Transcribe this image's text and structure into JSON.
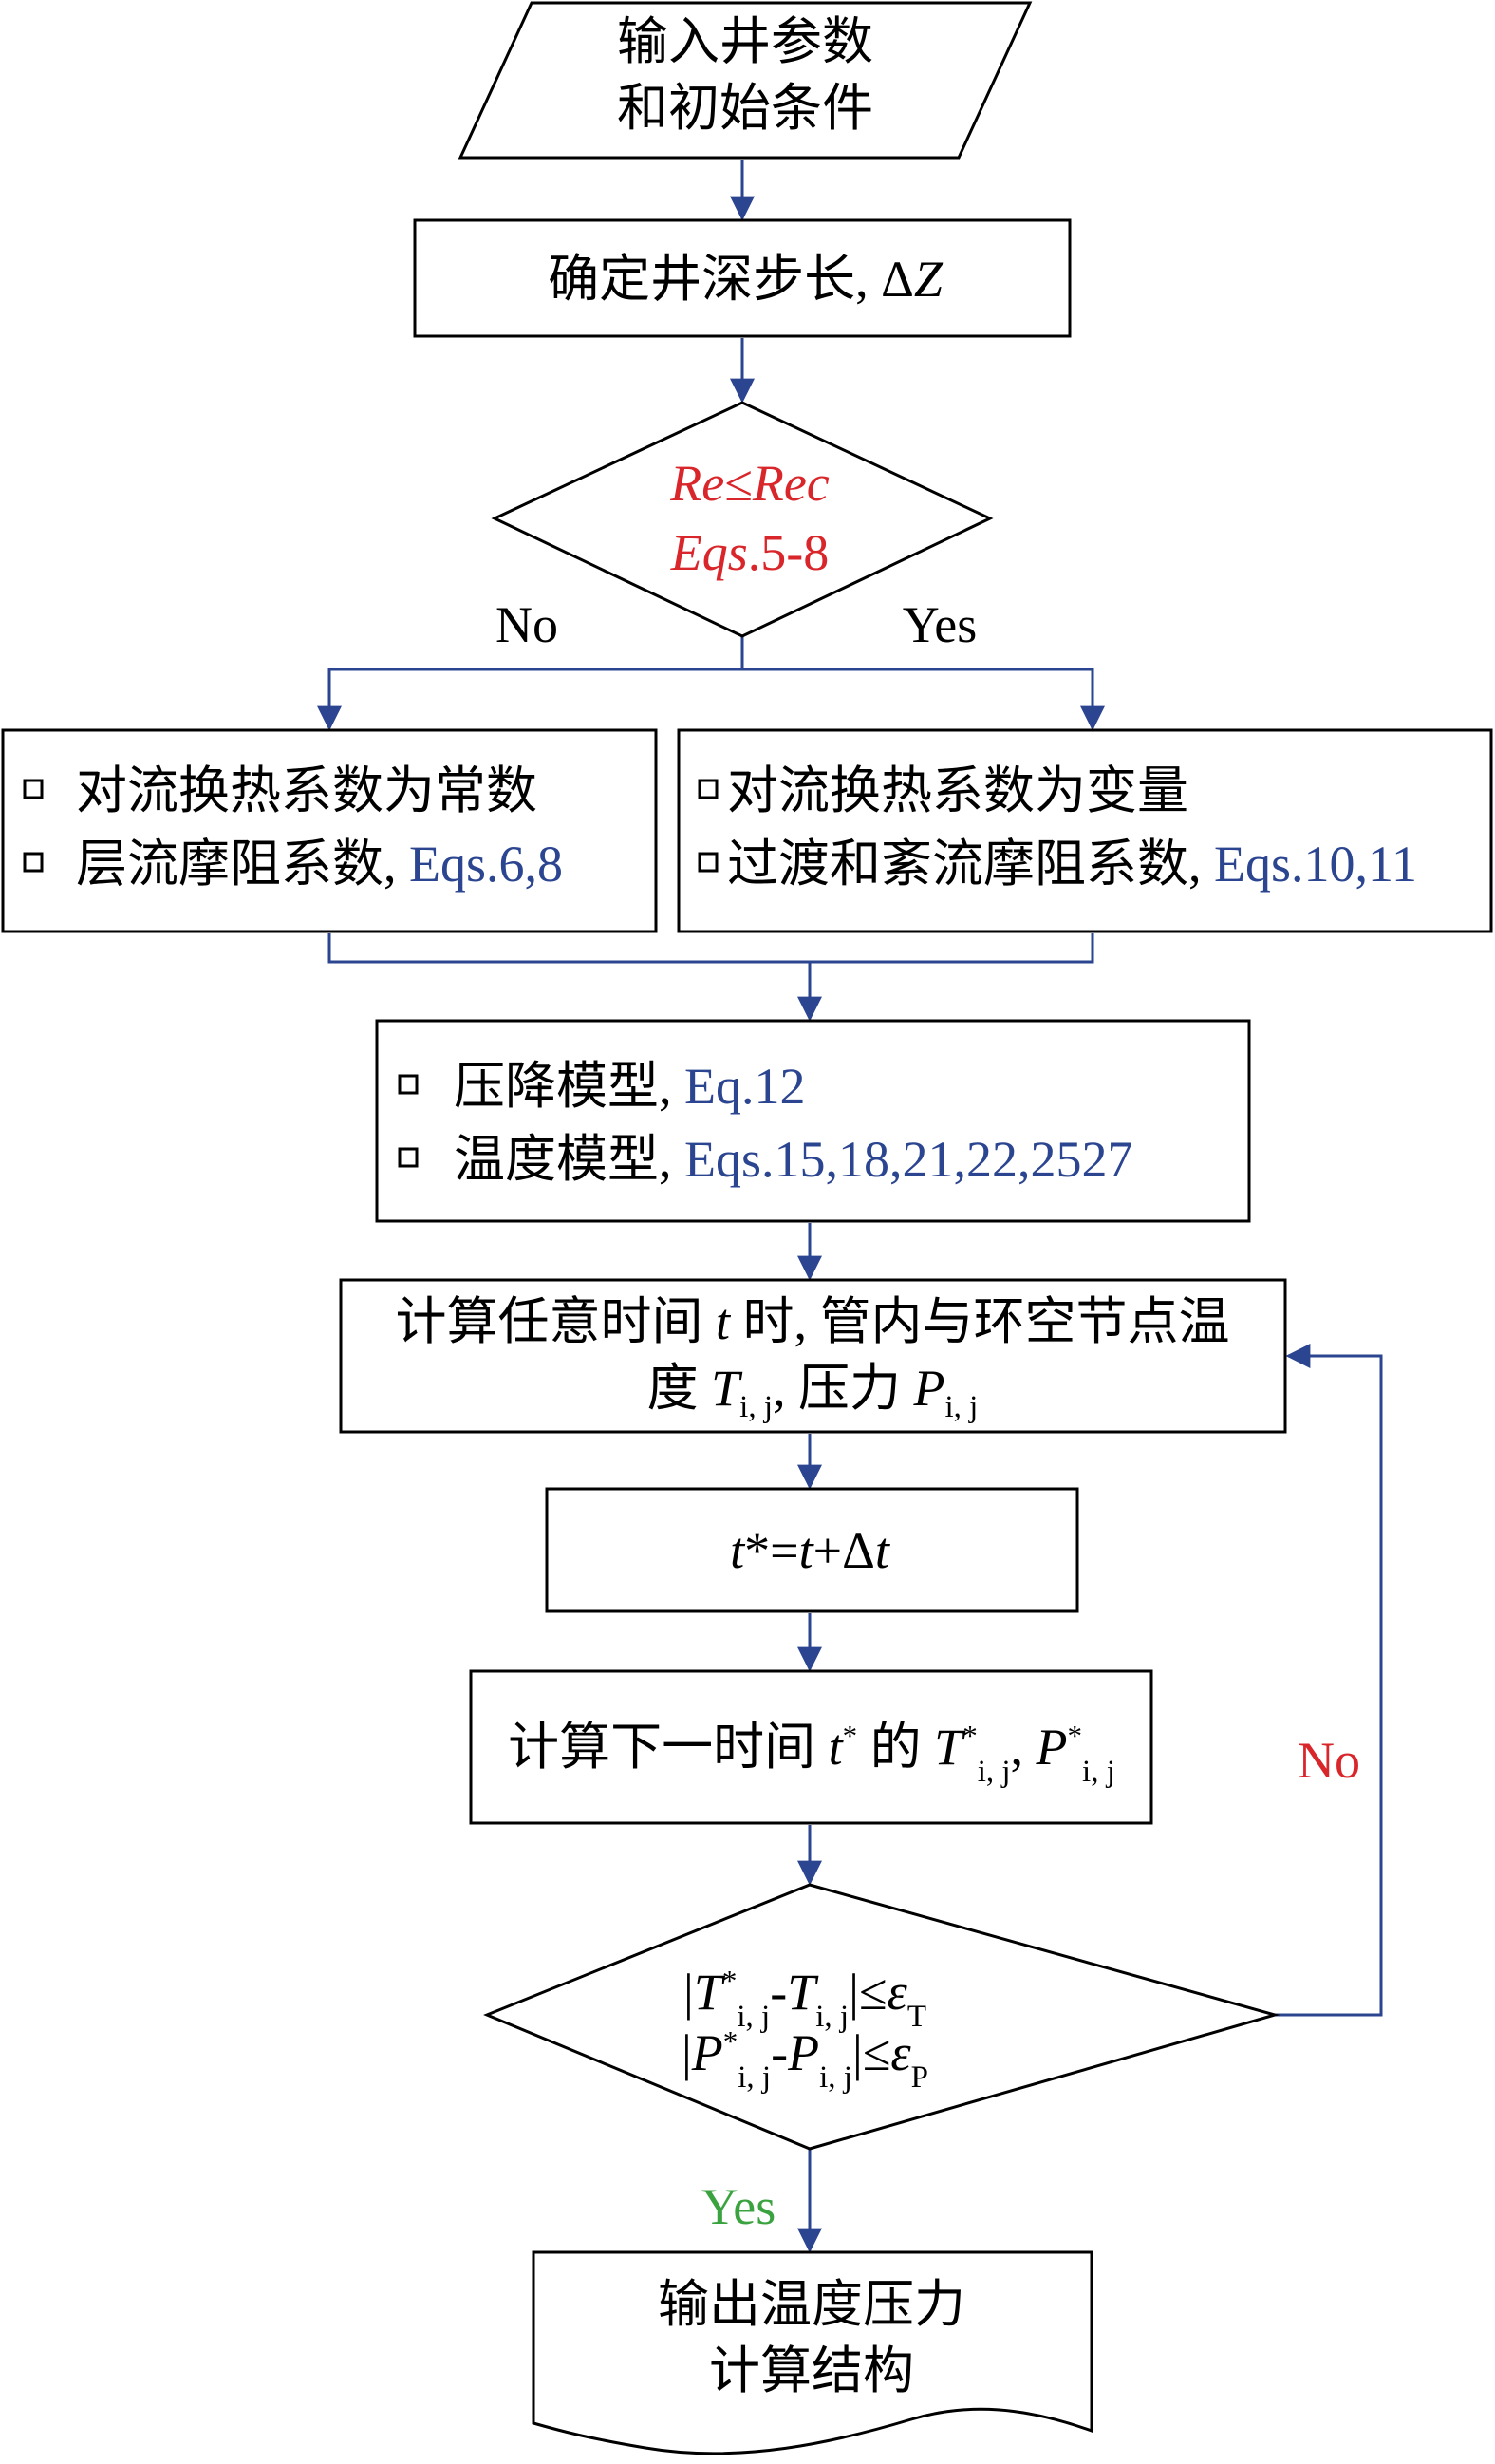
{
  "nodes": {
    "input": {
      "line1": "输入井参数",
      "line2": "和初始条件"
    },
    "step": {
      "text": "确定井深步长, ",
      "var_delta": "Δ",
      "var_z": "Z"
    },
    "decision1": {
      "line1_a": "Re",
      "line1_op": "≤",
      "line1_b": "Rec",
      "line2_a": "Eqs",
      "line2_b": ".5-8"
    },
    "laminar": {
      "line1": "对流换热系数为常数",
      "line2_text": "层流摩阻系数, ",
      "line2_ref": "Eqs.6,8"
    },
    "turbulent": {
      "line1": "对流换热系数为变量",
      "line2_text": "过渡和紊流摩阻系数, ",
      "line2_ref": "Eqs.10,11"
    },
    "models": {
      "line1_text": "压降模型, ",
      "line1_ref": "Eq.12",
      "line2_text": "温度模型, ",
      "line2_ref": "Eqs.15,18,21,22,2527"
    },
    "compute": {
      "line1_a": "计算任意时间 ",
      "line1_t": "t",
      "line1_b": " 时, 管内与环空节点温",
      "line2_a": "度 ",
      "line2_T": "T",
      "line2_sub": "i, j",
      "line2_b": ", 压力 ",
      "line2_P": "P",
      "line2_sub2": "i, j"
    },
    "timestep": {
      "t_star": "t",
      "star_eq": "*=",
      "t": "t",
      "plus_delta": "+Δ",
      "t2": "t"
    },
    "next": {
      "text_a": "计算下一时间 ",
      "t": "t",
      "sup": "*",
      "text_b": " 的 ",
      "T": "T",
      "T_sup": "*",
      "T_sub": "i, j",
      "comma": ", ",
      "P": "P",
      "P_sup": "*",
      "P_sub": "i, j"
    },
    "decision2": {
      "bar": "|",
      "T": "T",
      "star": "*",
      "sub_ij": "i, j",
      "minus": "-",
      "le": "|≤",
      "eps": "ε",
      "eps_T": "T",
      "P": "P",
      "eps_P": "P"
    },
    "output": {
      "line1": "输出温度压力",
      "line2": "计算结构"
    }
  },
  "edge_labels": {
    "no_left": "No",
    "yes_right": "Yes",
    "no_loop": "No",
    "yes_bottom": "Yes"
  },
  "colors": {
    "line": "#2b4590",
    "reference": "#2b4590",
    "decision_text": "#d9262b",
    "no_loop": "#d9262b",
    "yes_bottom": "#3aa340"
  }
}
